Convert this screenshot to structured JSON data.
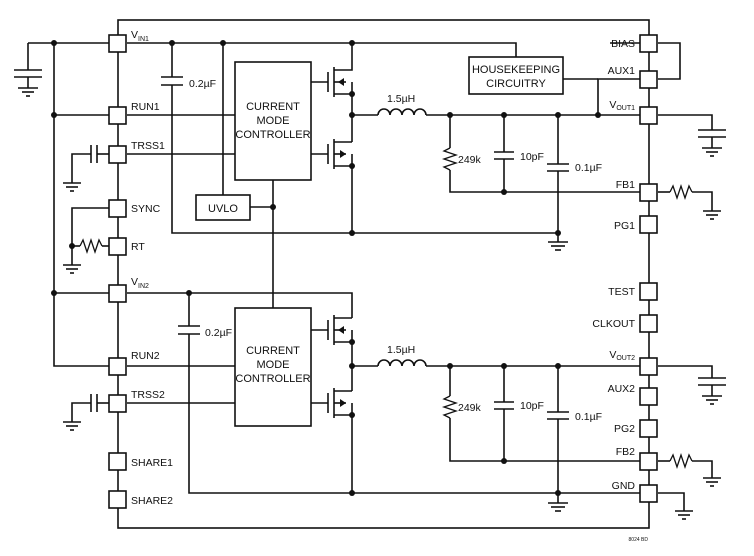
{
  "pins_left": [
    {
      "id": "vin1",
      "label": "V",
      "sub": "IN1"
    },
    {
      "id": "run1",
      "label": "RUN1"
    },
    {
      "id": "trss1",
      "label": "TRSS1"
    },
    {
      "id": "sync",
      "label": "SYNC"
    },
    {
      "id": "rt",
      "label": "RT"
    },
    {
      "id": "vin2",
      "label": "V",
      "sub": "IN2"
    },
    {
      "id": "run2",
      "label": "RUN2"
    },
    {
      "id": "trss2",
      "label": "TRSS2"
    },
    {
      "id": "share1",
      "label": "SHARE1"
    },
    {
      "id": "share2",
      "label": "SHARE2"
    }
  ],
  "pins_right": [
    {
      "id": "bias",
      "label": "BIAS"
    },
    {
      "id": "aux1",
      "label": "AUX1"
    },
    {
      "id": "vout1",
      "label": "V",
      "sub": "OUT1"
    },
    {
      "id": "fb1",
      "label": "FB1"
    },
    {
      "id": "pg1",
      "label": "PG1"
    },
    {
      "id": "test",
      "label": "TEST"
    },
    {
      "id": "clkout",
      "label": "CLKOUT"
    },
    {
      "id": "vout2",
      "label": "V",
      "sub": "OUT2"
    },
    {
      "id": "aux2",
      "label": "AUX2"
    },
    {
      "id": "pg2",
      "label": "PG2"
    },
    {
      "id": "fb2",
      "label": "FB2"
    },
    {
      "id": "gnd",
      "label": "GND"
    }
  ],
  "blocks": {
    "controller1": [
      "CURRENT",
      "MODE",
      "CONTROLLER"
    ],
    "controller2": [
      "CURRENT",
      "MODE",
      "CONTROLLER"
    ],
    "uvlo": "UVLO",
    "housekeeping": [
      "HOUSEKEEPING",
      "CIRCUITRY"
    ]
  },
  "components": {
    "cin1": "0.2µF",
    "cin2": "0.2µF",
    "l1": "1.5µH",
    "l2": "1.5µH",
    "rfb1": "249k",
    "rfb2": "249k",
    "cff1": "10pF",
    "cff2": "10pF",
    "cout1": "0.1µF",
    "cout2": "0.1µF"
  },
  "figure_code": "8024 BD"
}
